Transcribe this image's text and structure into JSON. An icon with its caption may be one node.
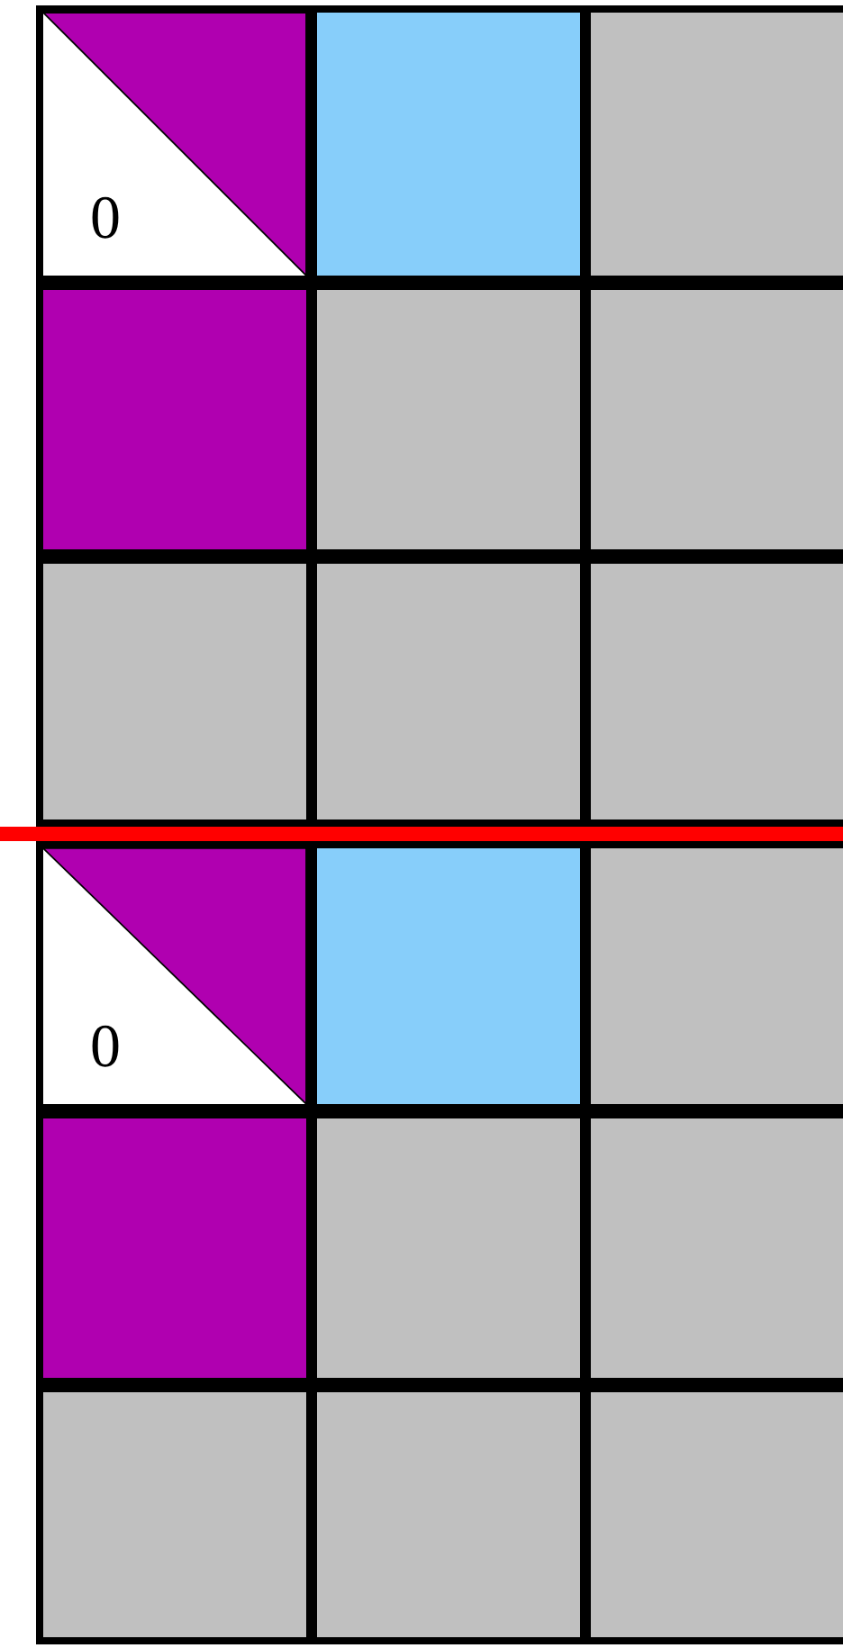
{
  "diagram": {
    "nodes": [
      {
        "text": [
          "0"
        ]
      },
      {
        "text": [],
        "shape": "box"
      },
      {
        "text": [],
        "shape": "box"
      },
      {
        "text": [],
        "shape": "box"
      },
      {
        "text": [],
        "shape": "box"
      },
      {
        "text": [],
        "shape": "box"
      },
      {
        "text": [],
        "shape": "box"
      },
      {
        "text": [],
        "shape": "box"
      },
      {
        "text": [],
        "shape": "box"
      },
      {
        "text": [
          "0"
        ]
      },
      {
        "text": [],
        "shape": "box"
      },
      {
        "text": [],
        "shape": "box"
      },
      {
        "text": [],
        "shape": "box"
      },
      {
        "text": [],
        "shape": "box"
      },
      {
        "text": [],
        "shape": "box"
      },
      {
        "text": [],
        "shape": "box"
      },
      {
        "text": [],
        "shape": "box"
      },
      {
        "text": [],
        "shape": "box"
      }
    ]
  }
}
